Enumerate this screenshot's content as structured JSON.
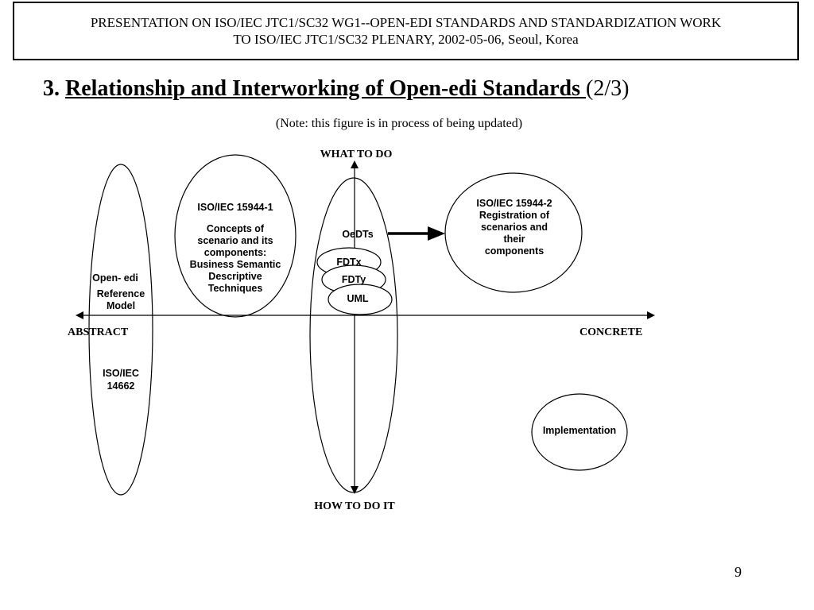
{
  "header": {
    "line1": "PRESENTATION ON ISO/IEC JTC1/SC32 WG1--OPEN-EDI STANDARDS AND STANDARDIZATION WORK",
    "line2": "TO ISO/IEC JTC1/SC32 PLENARY,  2002-05-06, Seoul, Korea"
  },
  "title": {
    "number": "3.",
    "main": "Relationship and Interworking of Open-edi Standards ",
    "part": "(2/3)"
  },
  "note": "(Note: this figure is in process of being updated)",
  "diagram": {
    "axis_top": "WHAT TO DO",
    "axis_bottom": "HOW TO DO IT",
    "axis_left": "ABSTRACT",
    "axis_right": "CONCRETE",
    "reference_model": {
      "line1": "Open- edi",
      "line2": "Reference",
      "line3": "Model",
      "line4": "ISO/IEC",
      "line5": "14662"
    },
    "iso_15944_1": {
      "line1": "ISO/IEC 15944-1",
      "line2": "Concepts of",
      "line3": "scenario and its",
      "line4": "components:",
      "line5": "Business Semantic",
      "line6": "Descriptive",
      "line7": "Techniques"
    },
    "oedts": "OeDTs",
    "fdtx": "FDTx",
    "fdty": "FDTy",
    "uml": "UML",
    "iso_15944_2": {
      "line1": "ISO/IEC 15944-2",
      "line2": "Registration of",
      "line3": "scenarios and",
      "line4": "their",
      "line5": "components"
    },
    "implementation": "Implementation"
  },
  "page_number": "9"
}
